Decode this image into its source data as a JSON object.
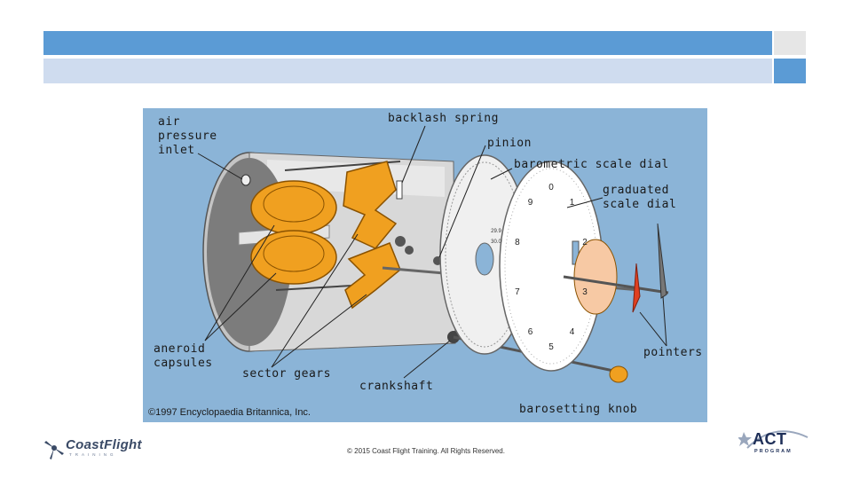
{
  "footer": {
    "copyright": "© 2015 Coast Flight Training. All Rights Reserved."
  },
  "figure": {
    "credit": "©1997 Encyclopaedia Britannica, Inc.",
    "labels": {
      "air_pressure_inlet": "air\npressure\ninlet",
      "backlash_spring": "backlash spring",
      "pinion": "pinion",
      "barometric_scale_dial": "barometric scale dial",
      "graduated_scale_dial": "graduated\nscale dial",
      "aneroid_capsules": "aneroid\ncapsules",
      "sector_gears": "sector gears",
      "crankshaft": "crankshaft",
      "barosetting_knob": "barosetting knob",
      "pointers": "pointers"
    },
    "dial_numbers": [
      "0",
      "1",
      "2",
      "3",
      "4",
      "5",
      "6",
      "7",
      "8",
      "9"
    ],
    "barometric_numbers": [
      "29.9",
      "30.0"
    ]
  },
  "logos": {
    "left_word": "CoastFlight",
    "left_sub": "TRAINING",
    "right_word": "ACT",
    "right_sub": "PROGRAM"
  },
  "colors": {
    "header_blue": "#5b9bd5",
    "header_light": "#cfdcef",
    "figure_bg": "#8bb4d7",
    "brass": "#f0a020"
  }
}
